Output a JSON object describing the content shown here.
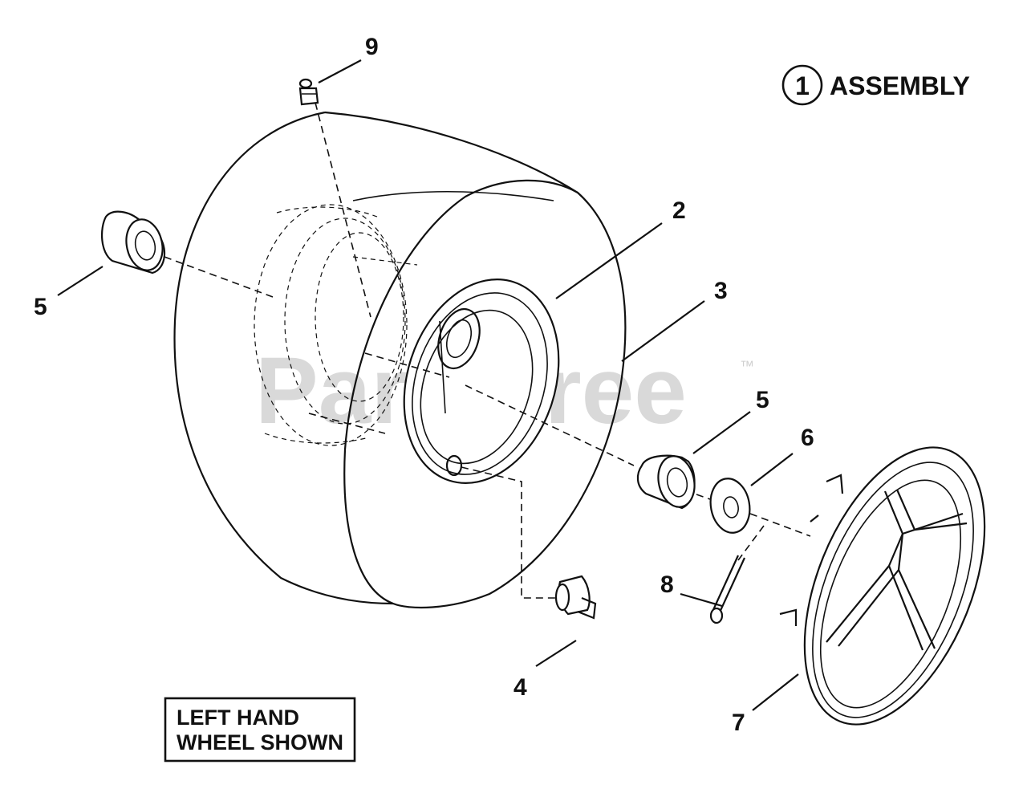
{
  "assembly": {
    "number": "1",
    "label": "ASSEMBLY"
  },
  "note": {
    "line1": "LEFT HAND",
    "line2": "WHEEL SHOWN"
  },
  "watermark": {
    "text": "PartsTree",
    "mark": "™"
  },
  "callouts": [
    {
      "id": "9",
      "part": "grease-fitting"
    },
    {
      "id": "5",
      "part": "bearing-left"
    },
    {
      "id": "2",
      "part": "rim"
    },
    {
      "id": "3",
      "part": "tire"
    },
    {
      "id": "5",
      "part": "bearing-right"
    },
    {
      "id": "6",
      "part": "washer"
    },
    {
      "id": "8",
      "part": "cotter-pin"
    },
    {
      "id": "4",
      "part": "valve-stem"
    },
    {
      "id": "7",
      "part": "hub-cap"
    }
  ]
}
